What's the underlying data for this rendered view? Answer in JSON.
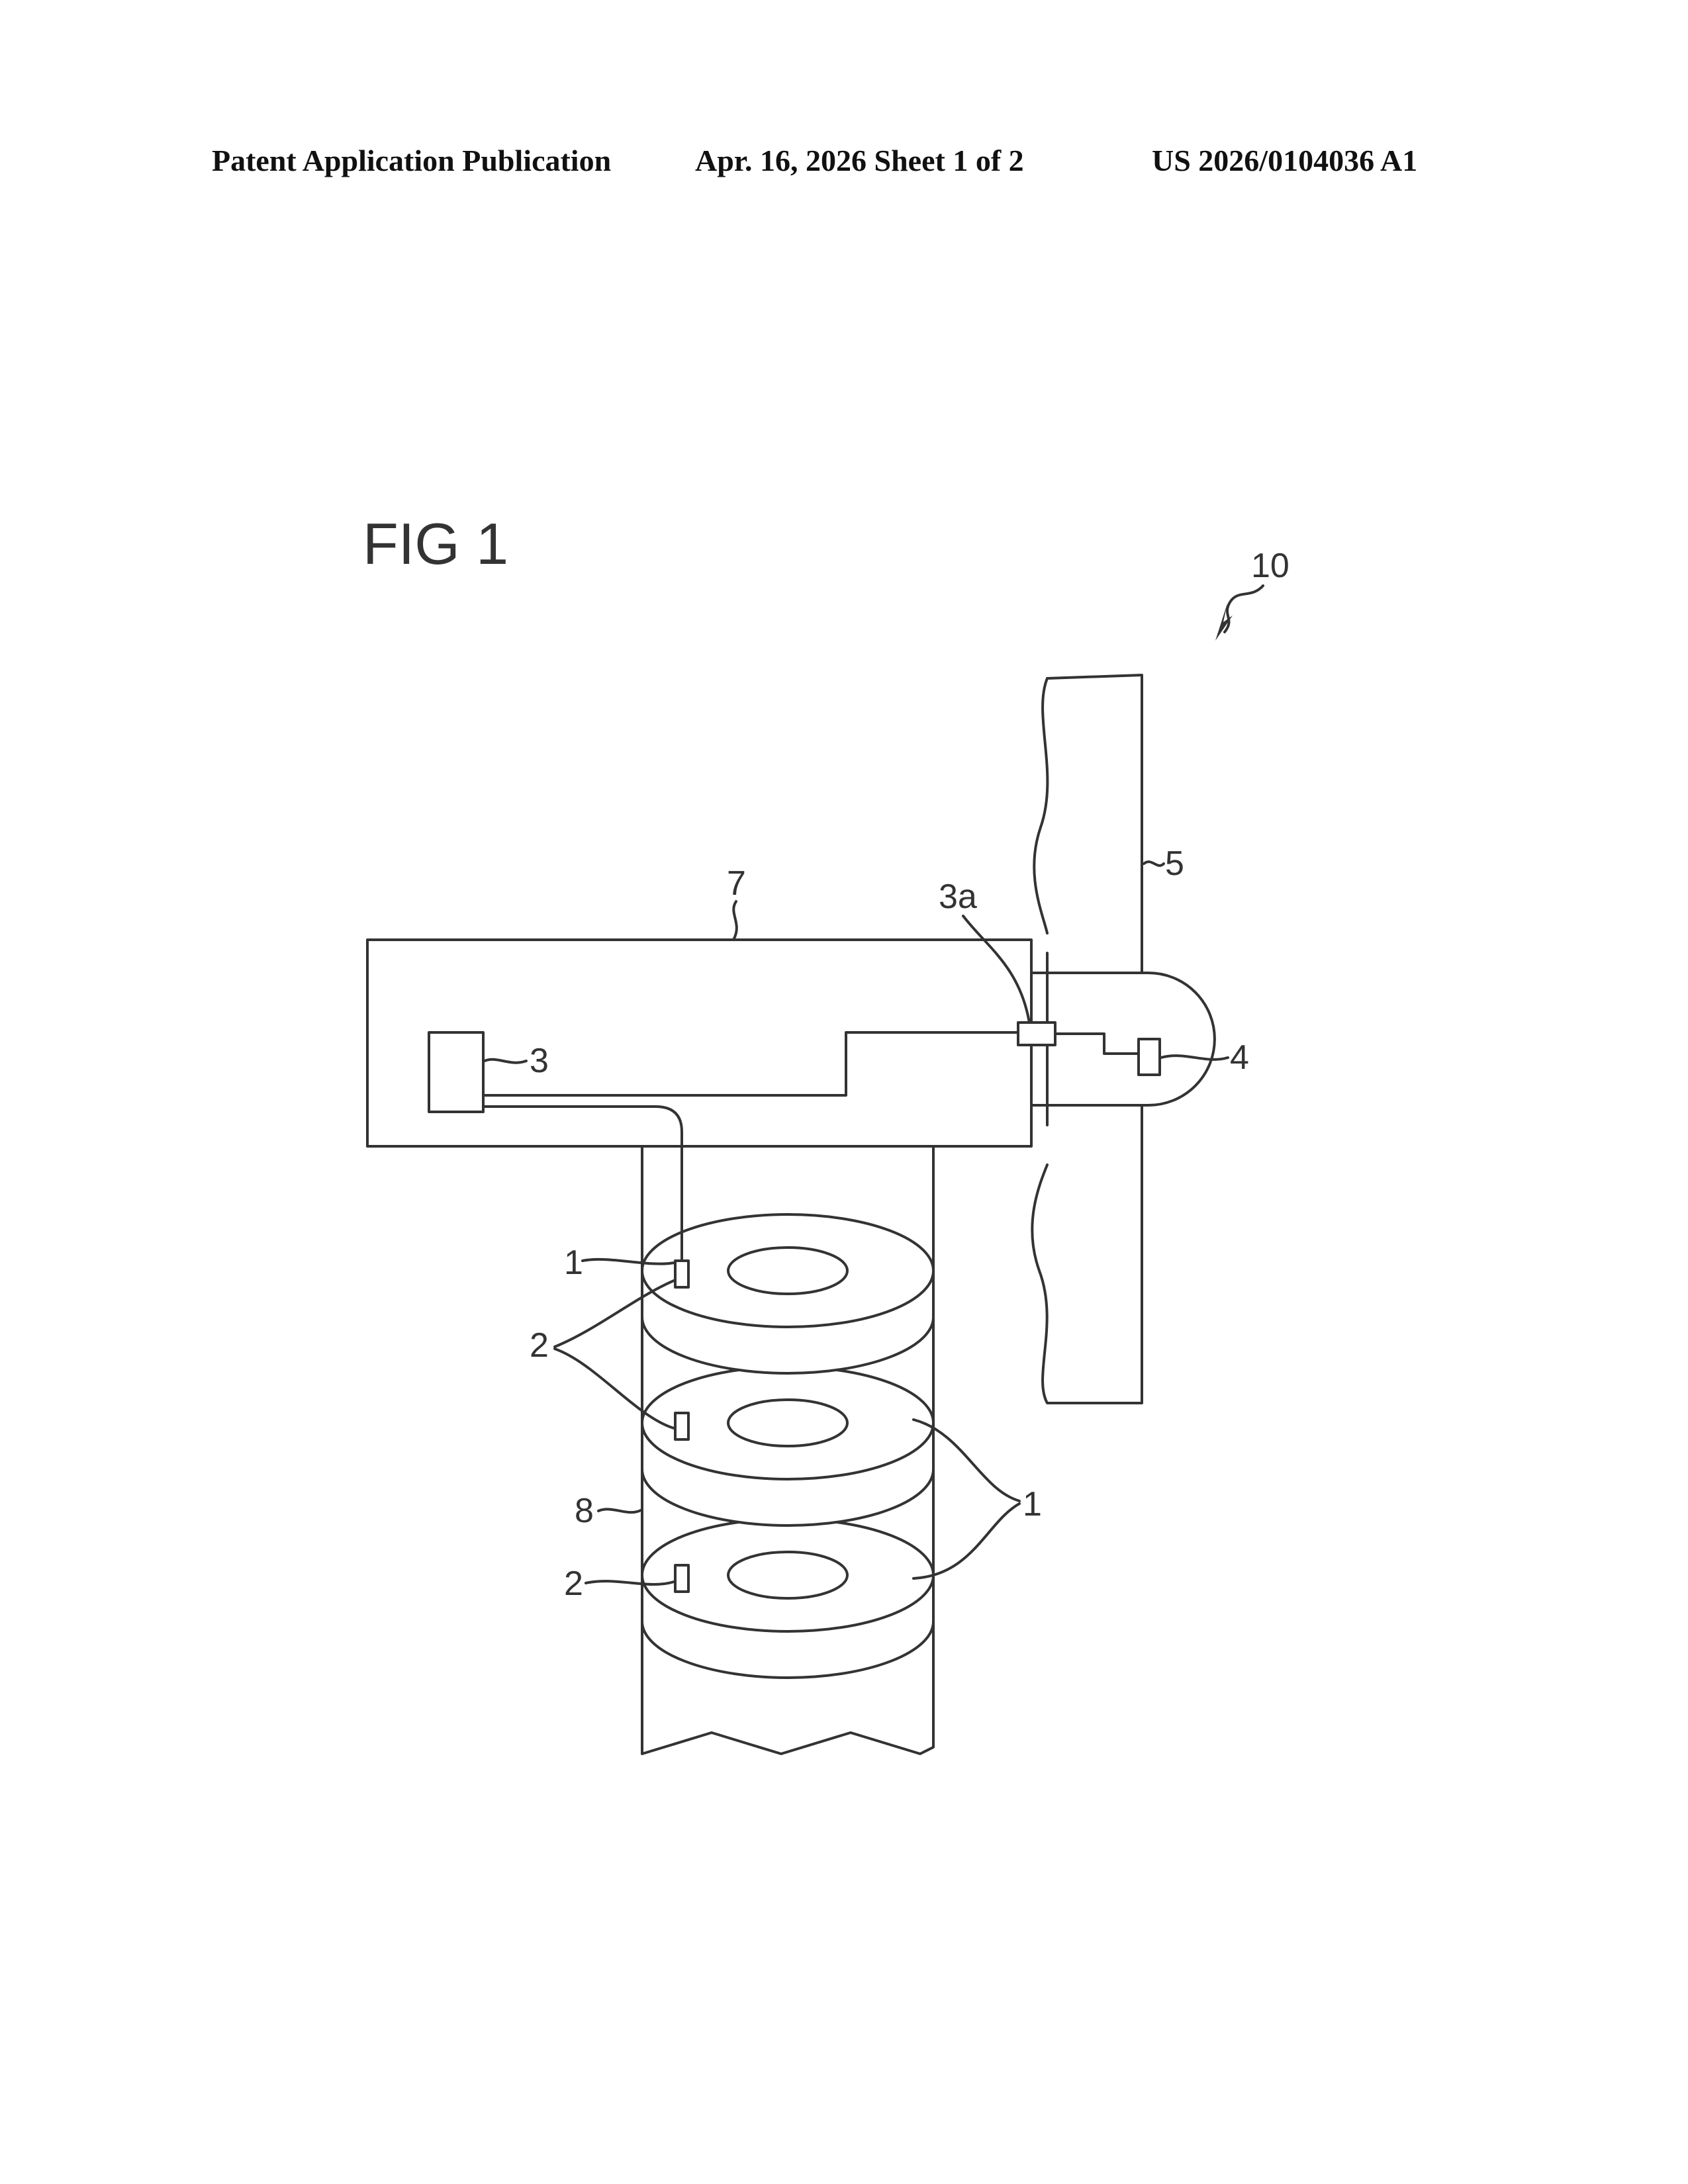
{
  "header": {
    "left": "Patent Application Publication",
    "middle": "Apr. 16, 2026  Sheet 1 of 2",
    "right": "US 2026/0104036 A1"
  },
  "figure": {
    "title": "FIG 1",
    "labels": {
      "ref_10": "10",
      "ref_5": "5",
      "ref_7": "7",
      "ref_3a": "3a",
      "ref_3": "3",
      "ref_4": "4",
      "ref_1_top": "1",
      "ref_2_upper": "2",
      "ref_1_group": "1",
      "ref_8": "8",
      "ref_2_lower": "2"
    }
  }
}
